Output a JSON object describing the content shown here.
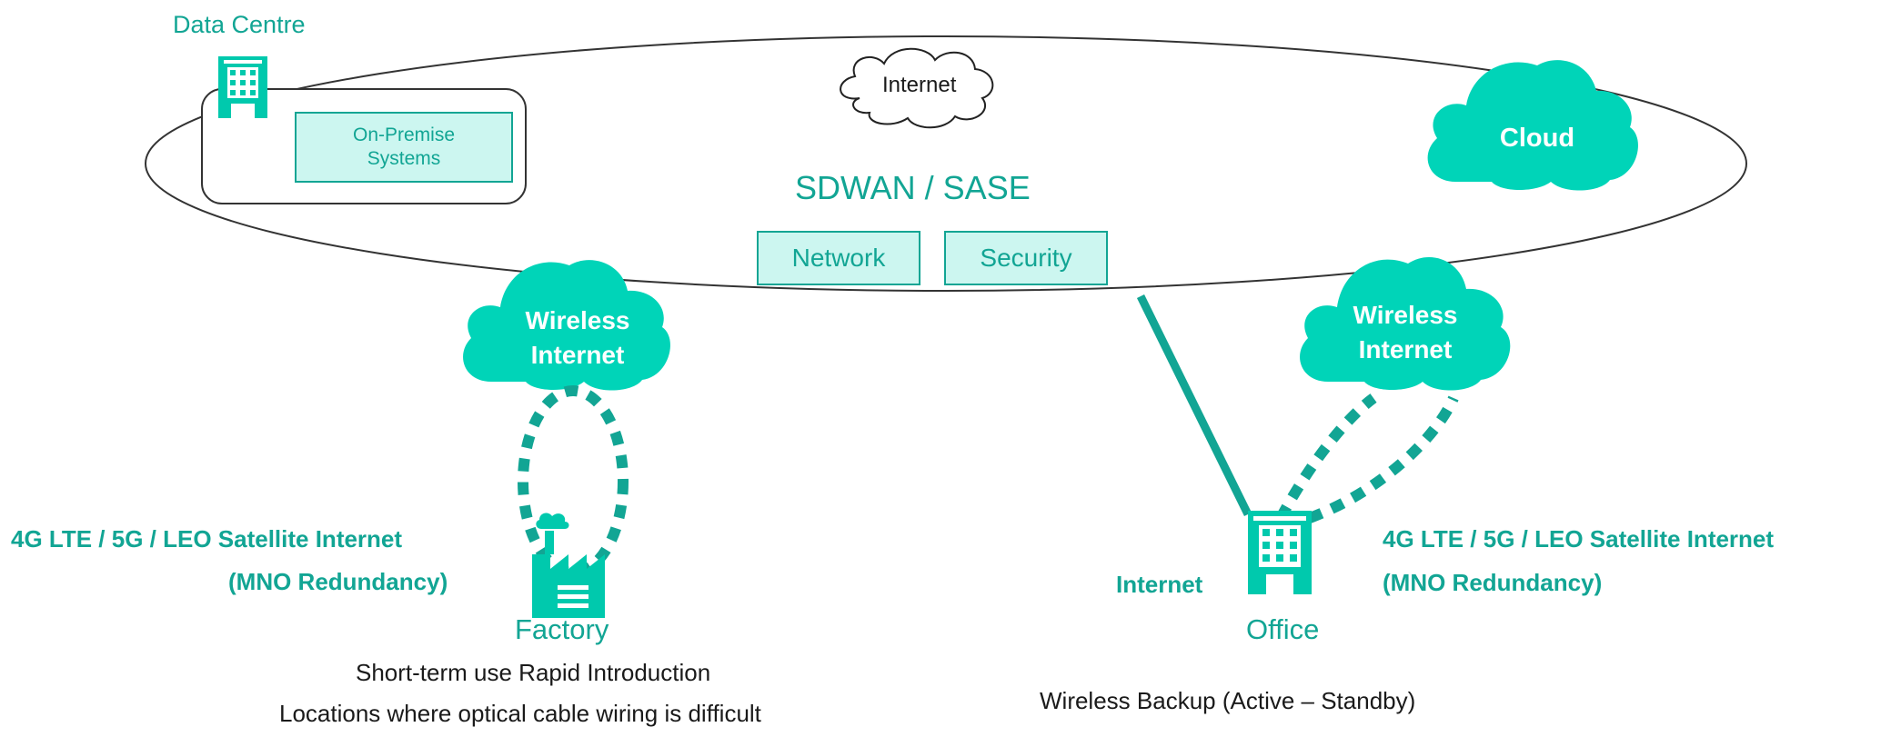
{
  "diagram": {
    "data_centre_label": "Data Centre",
    "on_premise_label": "On-Premise\nSystems",
    "internet_cloud_label": "Internet",
    "cloud_label": "Cloud",
    "sdwan_label": "SDWAN / SASE",
    "network_label": "Network",
    "security_label": "Security",
    "wireless_left_label": "Wireless\nInternet",
    "wireless_right_label": "Wireless\nInternet",
    "factory_label": "Factory",
    "office_label": "Office",
    "left_connection_label_1": "4G LTE / 5G / LEO Satellite Internet",
    "left_connection_label_2": "(MNO Redundancy)",
    "right_connection_label_1": "4G LTE / 5G / LEO Satellite Internet",
    "right_connection_label_2": "(MNO Redundancy)",
    "office_internet_label": "Internet",
    "factory_note_1": "Short-term use Rapid Introduction",
    "factory_note_2": "Locations where optical cable wiring is difficult",
    "office_note": "Wireless Backup (Active – Standby)"
  },
  "colors": {
    "accent": "#00d4b8",
    "accent_text": "#12a594",
    "box_fill": "#ccf6f0",
    "line": "#2a2a2a"
  },
  "icons": [
    "office-building-icon",
    "factory-icon",
    "cloud-icon"
  ]
}
